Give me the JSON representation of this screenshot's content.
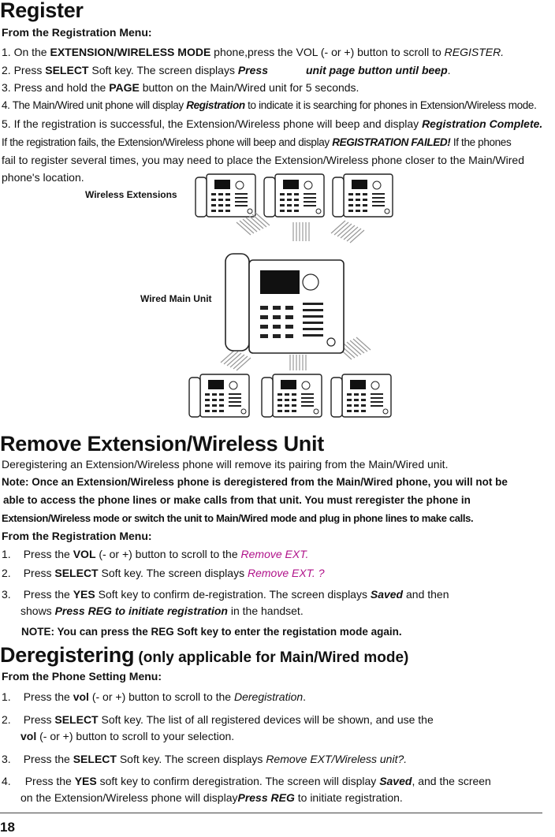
{
  "register": {
    "title": "Register",
    "from_menu": "From the Registration Menu:",
    "step1": {
      "pre": "1. On the ",
      "bold": "EXTENSION/WIRELESS MODE",
      "mid": " phone,press the VOL (- or +) button to scroll to ",
      "it": "REGISTER."
    },
    "step2": {
      "pre": "2.  Press ",
      "bold": "SELECT",
      "mid": " Soft key. The screen displays ",
      "it1": "Press",
      "it2": "unit page button until beep",
      "end": "."
    },
    "step3": {
      "pre": "3.  Press and hold the ",
      "bold": "PAGE",
      "end": " button on the Main/Wired unit for 5 seconds."
    },
    "step4": {
      "pre": "4. The Main/Wired unit phone will display ",
      "bi": "Registration",
      "end": " to indicate it is searching for phones in Extension/Wireless mode."
    },
    "step5": {
      "pre": "5. If the registration is successful, the Extension/Wireless phone will beep and display ",
      "bi": "Registration Complete."
    },
    "fail_line1": {
      "pre": "If the registration fails, the Extension/Wireless phone will beep and display ",
      "bi": "REGISTRATION FAILED!",
      "end": " If the phones"
    },
    "fail_line2": "fail to register several times, you may need to place the Extension/Wireless phone closer to the Main/Wired",
    "fail_line3": "phone's location."
  },
  "diagram": {
    "label_wireless": "Wireless Extensions",
    "label_wired": "Wired Main Unit"
  },
  "remove": {
    "title": "Remove Extension/Wireless Unit",
    "intro": "Deregistering an Extension/Wireless phone will remove its pairing from the Main/Wired unit.",
    "note1": "Note: Once an Extension/Wireless phone is deregistered from the Main/Wired phone, you will not be",
    "note2": "able to access the phone lines or make calls from that unit.  You must reregister the phone in",
    "note3": "Extension/Wireless mode or switch the unit to Main/Wired mode and plug in phone lines to make calls.",
    "from_menu": "From the Registration Menu:",
    "step1": {
      "num": "1.",
      "pre": "Press the ",
      "bold": "VOL",
      "mid": "  (- or +) button to scroll to the  ",
      "mag": "Remove EXT."
    },
    "step2": {
      "num": "2.",
      "pre": "Press  ",
      "bold": "SELECT",
      "mid": " Soft key. The screen displays  ",
      "mag": "Remove EXT. ?"
    },
    "step3": {
      "num": "3.",
      "pre": "Press the ",
      "bold": "YES",
      "mid": " Soft key to confirm de-registration. The screen displays  ",
      "bi": "Saved",
      "end": "  and then"
    },
    "step3b": {
      "pre": "shows  ",
      "bi": "Press REG to initiate registration",
      "end": " in the handset."
    },
    "note_bottom": "NOTE: You can press the REG Soft key to enter the registation mode again."
  },
  "dereg": {
    "title": "Deregistering",
    "title_suffix": " (only applicable for Main/Wired mode)",
    "from_menu": "From the Phone Setting Menu:",
    "step1": {
      "num": "1.",
      "pre": "Press the ",
      "bold": "vol",
      "mid": "  (- or +) button to scroll to the  ",
      "it": "Deregistration",
      "end": "."
    },
    "step2": {
      "num": "2.",
      "pre": "Press  ",
      "bold": "SELECT",
      "mid": " Soft key. The list of all registered devices will be shown, and use the"
    },
    "step2b": {
      "bold": "vol",
      "end": "  (- or +) button to scroll to your selection."
    },
    "step3": {
      "num": "3.",
      "pre": "Press the ",
      "bold": "SELECT",
      "mid": "  Soft key. The screen displays ",
      "it": "Remove EXT/Wireless unit?."
    },
    "step4": {
      "num": "4.",
      "pre": "Press the ",
      "bold": "YES",
      "mid": " soft key to confirm deregistration.  The screen will display ",
      "bi": "Saved",
      "end": ", and the screen"
    },
    "step4b": {
      "pre": "on the Extension/Wireless phone will display",
      "bi": "Press REG",
      "end": " to initiate registration."
    }
  },
  "page_number": "18"
}
